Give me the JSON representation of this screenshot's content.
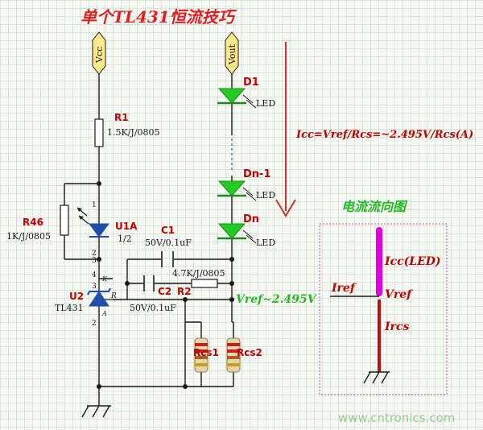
{
  "title": "单个TL431恒流技巧",
  "nets": {
    "vcc": "Vcc",
    "vout": "Vout"
  },
  "r1": {
    "ref": "R1",
    "value": "1.5K/J/0805"
  },
  "r46": {
    "ref": "R46",
    "value": "1K/J/0805"
  },
  "u1a": {
    "ref": "U1A",
    "value": "1/2"
  },
  "c1": {
    "ref": "C1",
    "value": "50V/0.1uF"
  },
  "c2": {
    "ref": "C2",
    "value": "50V/0.1uF"
  },
  "r2": {
    "ref": "R2",
    "value": "4.7K/J/0805"
  },
  "u2": {
    "ref": "U2",
    "value": "TL431"
  },
  "u2_pins": {
    "k": "K",
    "r": "R",
    "a": "A"
  },
  "pin_numbers": {
    "one": "1",
    "two": "2",
    "three": "3",
    "four": "4"
  },
  "leds": {
    "d1": "D1",
    "dn1": "Dn-1",
    "dn": "Dn",
    "type": "LED"
  },
  "rcs1": "Rcs1",
  "rcs2": "Rcs2",
  "vref_label": "Vref~2.495V",
  "formula": "Icc=Vref/Rcs=~2.495V/Rcs(A)",
  "flow": {
    "title": "电流流向图",
    "icc": "Icc(LED)",
    "iref": "Iref",
    "vref": "Vref",
    "ircs": "Ircs"
  },
  "watermark": "www.cntronics.com",
  "colors": {
    "title": "#e02020",
    "ref_label": "#c00000",
    "led": "#22cc22",
    "arrow": "#d03030",
    "wire": "#1a1a1a",
    "flow_box": "#c050c0",
    "icc_bar": "#e000e0",
    "ground_bar": "#c01010"
  }
}
